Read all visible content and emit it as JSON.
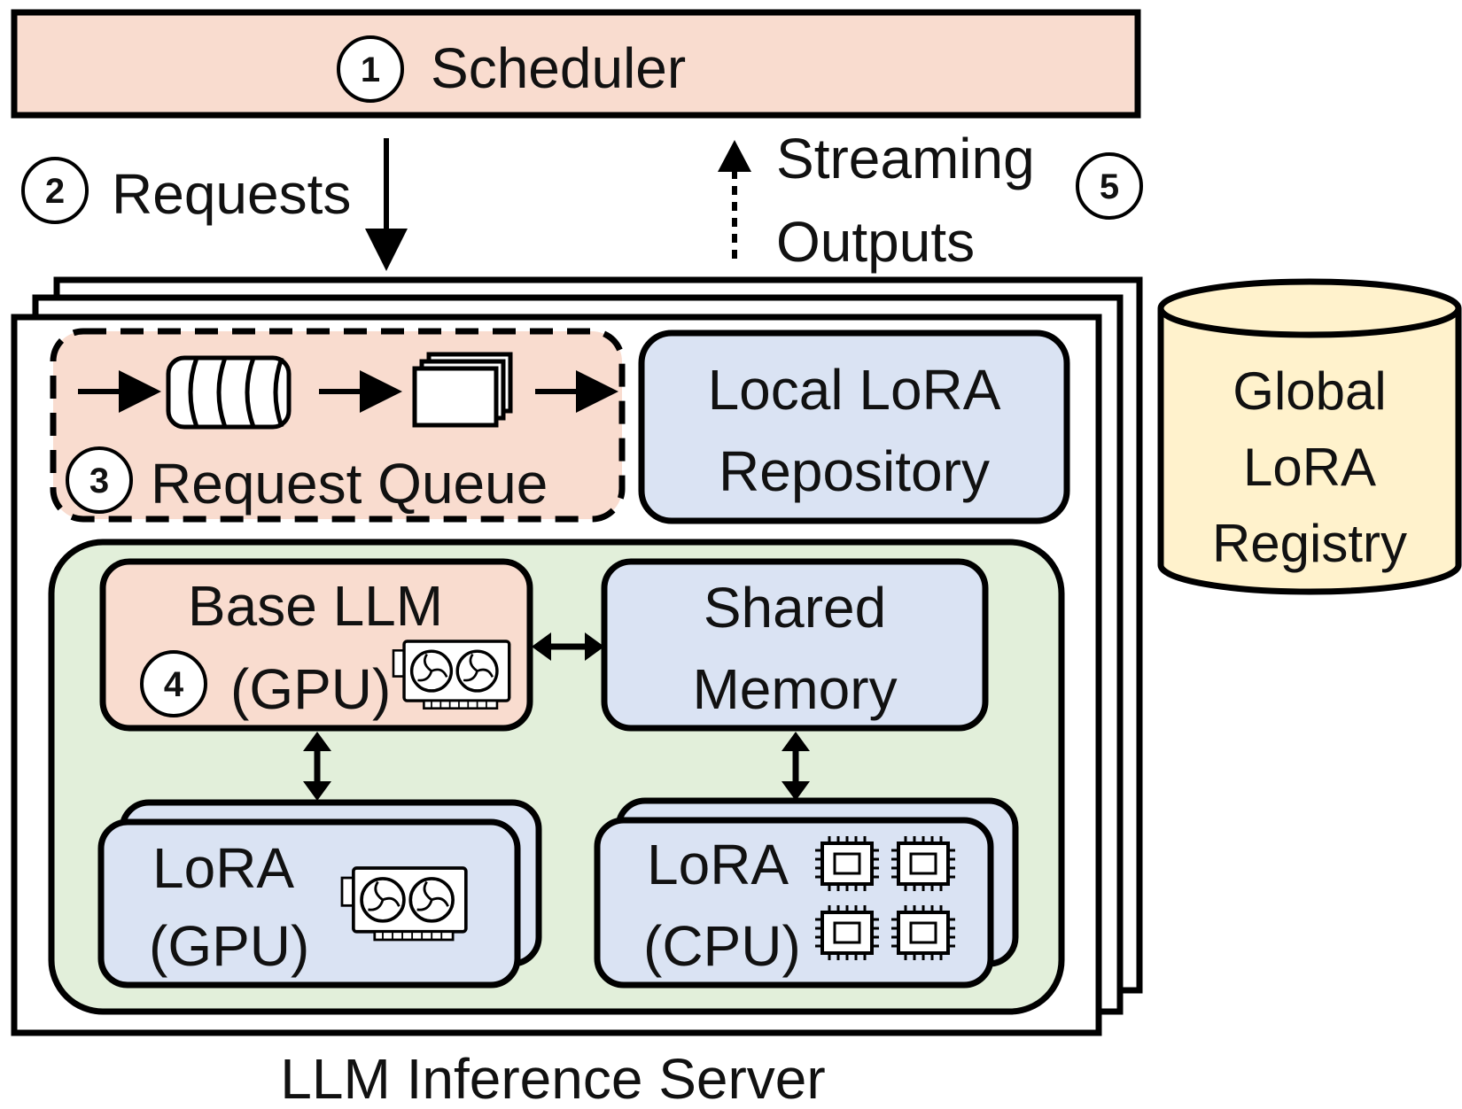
{
  "scheduler": {
    "step": "1",
    "label": "Scheduler"
  },
  "requests": {
    "step": "2",
    "label": "Requests"
  },
  "streaming": {
    "step": "5",
    "line1": "Streaming",
    "line2": "Outputs"
  },
  "request_queue": {
    "step": "3",
    "label": "Request Queue"
  },
  "local_repo": {
    "line1": "Local LoRA",
    "line2": "Repository"
  },
  "global_registry": {
    "line1": "Global",
    "line2": "LoRA",
    "line3": "Registry"
  },
  "base_llm": {
    "step": "4",
    "line1": "Base LLM",
    "line2": "(GPU)"
  },
  "shared_memory": {
    "line1": "Shared",
    "line2": "Memory"
  },
  "lora_gpu": {
    "line1": "LoRA",
    "line2": "(GPU)"
  },
  "lora_cpu": {
    "line1": "LoRA",
    "line2": "(CPU)"
  },
  "server": {
    "label": "LLM Inference Server"
  },
  "colors": {
    "scheduler_fill": "#f9dccf",
    "queue_fill": "#f9dccf",
    "blue_fill": "#dae3f3",
    "green_fill": "#e2efda",
    "yellow_fill": "#fff2cc",
    "stroke": "#000000"
  }
}
